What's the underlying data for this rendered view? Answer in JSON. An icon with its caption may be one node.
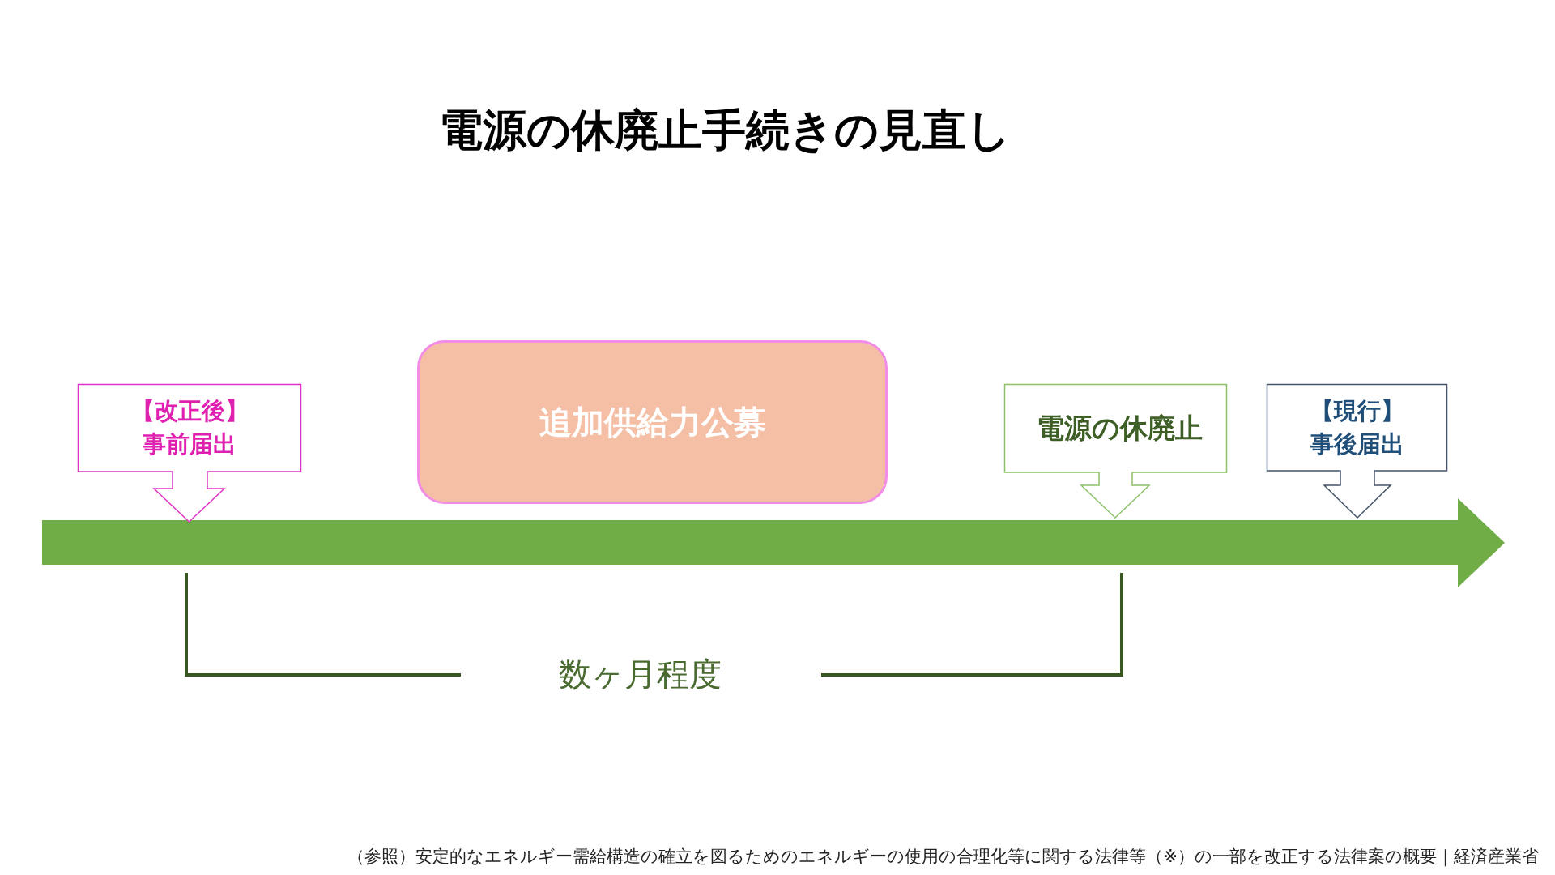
{
  "diagram": {
    "title": "電源の休廃止手続きの見直し",
    "caption": "（参照）安定的なエネルギー需給構造の確立を図るためのエネルギーの使用の合理化等に関する法律等（※）の一部を改正する法律案の概要｜経済産業省",
    "nodes": [
      {
        "text": [
          "【改正後】",
          "事前届出"
        ]
      },
      {
        "text": [
          "追加供給力公募"
        ]
      },
      {
        "text": [
          "電源の休廃止"
        ]
      },
      {
        "text": [
          "【現行】",
          "事後届出"
        ]
      }
    ],
    "labels": [
      "数ヶ月程度"
    ]
  }
}
